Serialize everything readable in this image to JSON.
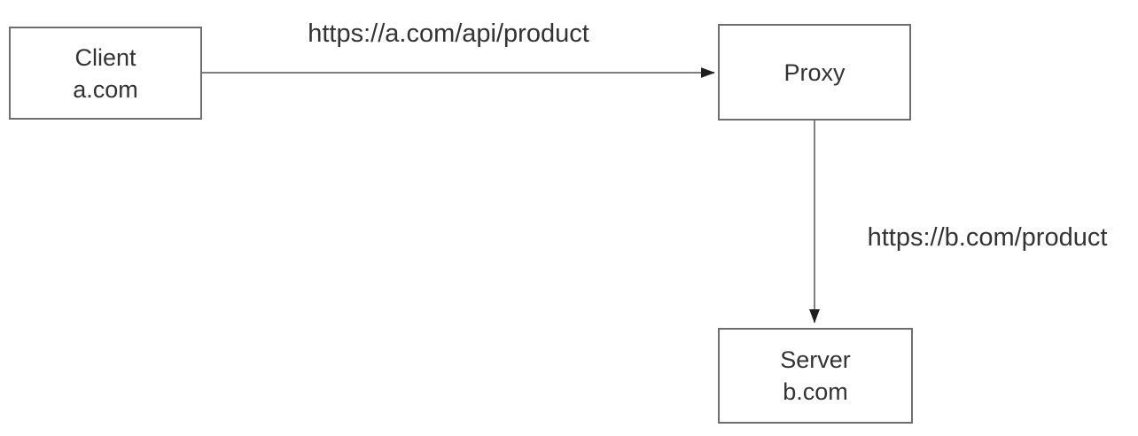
{
  "colors": {
    "background": "#ffffff",
    "box_border": "#6e6e6e",
    "connector_line": "#7f7f7f",
    "arrowhead": "#1f1f1f",
    "text": "#333333"
  },
  "nodes": {
    "client": {
      "title": "Client",
      "subtitle": "a.com"
    },
    "proxy": {
      "title": "Proxy"
    },
    "server": {
      "title": "Server",
      "subtitle": "b.com"
    }
  },
  "edges": {
    "client_to_proxy": {
      "label": "https://a.com/api/product",
      "direction": "right"
    },
    "proxy_to_server": {
      "label": "https://b.com/product",
      "direction": "down"
    }
  }
}
